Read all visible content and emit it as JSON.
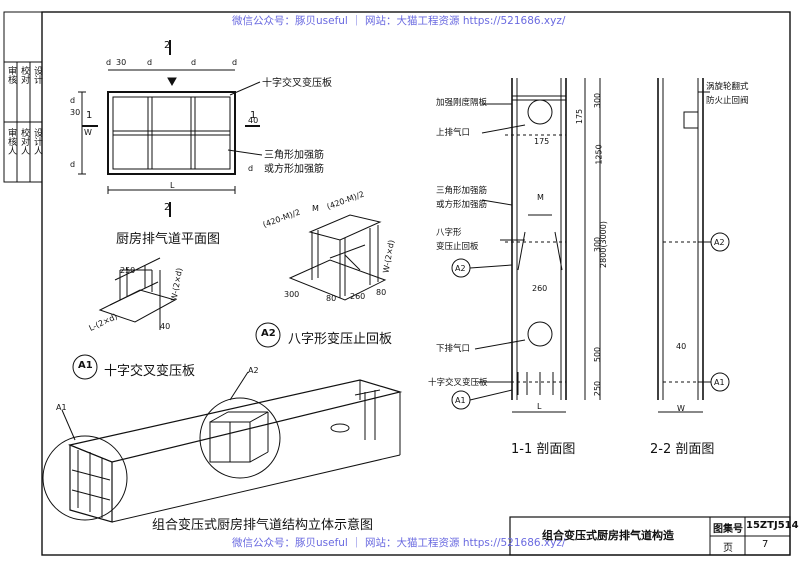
{
  "watermark": {
    "top": "微信公众号：豚贝useful ｜ 网站：大猫工程资源 https://521686.xyz/",
    "bottom": "微信公众号：豚贝useful ｜ 网站：大猫工程资源 https://521686.xyz/"
  },
  "sidebar": {
    "roles": [
      "审核",
      "校对",
      "设计"
    ],
    "signatures": [
      "审核人",
      "校对人",
      "设计人"
    ]
  },
  "plan": {
    "caption": "厨房排气道平面图",
    "section_mark": "2",
    "side_mark": "1",
    "dims": {
      "d": "d",
      "thirty": "30",
      "forty": "40",
      "L": "L",
      "W": "W"
    },
    "cross_plate": "十字交叉变压板",
    "rib_line1": "三角形加强筋",
    "rib_line2": "或方形加强筋"
  },
  "detailA1": {
    "id": "A1",
    "caption": "十字交叉变压板",
    "dim250": "250",
    "dimLx": "L-(2×d)",
    "dimWx": "W-(2×d)",
    "dim40": "40"
  },
  "detailA2": {
    "id": "A2",
    "caption": "八字形变压止回板",
    "dimL": "(420-M)/2",
    "dimM": "M",
    "dimR": "(420-M)/2",
    "dimW": "W-(2×d)",
    "dim300": "300",
    "dim80": "80",
    "dim260": "260",
    "dim80b": "80"
  },
  "iso": {
    "caption": "组合变压式厨房排气道结构立体示意图",
    "a1": "A1",
    "a2": "A2"
  },
  "section1": {
    "caption": "1-1 剖面图",
    "labels": [
      "加强刚度隔板",
      "上排气口",
      "三角形加强筋",
      "或方形加强筋",
      "八字形",
      "变压止回板",
      "下排气口",
      "十字交叉变压板"
    ],
    "dims": {
      "d175a": "175",
      "d300": "300",
      "d175b": "175",
      "d1250": "1250",
      "dM": "M",
      "d300b": "300",
      "d2800": "2800(3000)",
      "d260": "260",
      "d500": "500",
      "d250": "250",
      "L": "L"
    },
    "a1": "A1",
    "a2": "A2"
  },
  "section2": {
    "caption": "2-2 剖面图",
    "valve_line1": "涡旋轮翻式",
    "valve_line2": "防火止回阀",
    "dim40": "40",
    "W": "W",
    "a1": "A1",
    "a2": "A2"
  },
  "titleblock": {
    "title": "组合变压式厨房排气道构造",
    "atlas_label": "图集号",
    "atlas_no": "15ZTJ514",
    "page_label": "页",
    "page_no": "7"
  }
}
